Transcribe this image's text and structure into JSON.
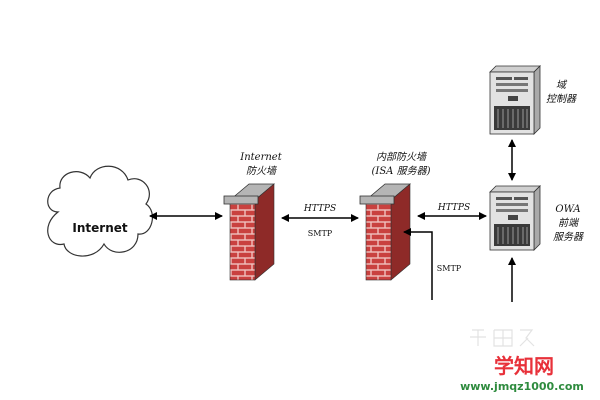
{
  "diagram": {
    "cloud_label": "Internet",
    "firewall_outer": {
      "line1": "Internet",
      "line2": "防火墙"
    },
    "firewall_inner": {
      "line1": "内部防火墙",
      "line2": "(ISA 服务器)"
    },
    "link1": {
      "proto_top": "HTTPS",
      "proto_bottom": "SMTP"
    },
    "link2": {
      "proto_top": "HTTPS"
    },
    "smtp_inbound": "SMTP",
    "domain_controller": {
      "line1": "域",
      "line2": "控制器"
    },
    "owa_server": {
      "line1": "OWA",
      "line2": "前端",
      "line3": "服务器"
    }
  },
  "watermark": {
    "site_name": "学知网",
    "url": "www.jmqz1000.com"
  },
  "colors": {
    "brick": "#c9413f",
    "mortar": "#f0c2bf",
    "wall_cap": "#b5b5b5",
    "server_body": "#e2e2e2",
    "watermark_cn": "#e8313a",
    "watermark_url": "#2e8b3e"
  }
}
